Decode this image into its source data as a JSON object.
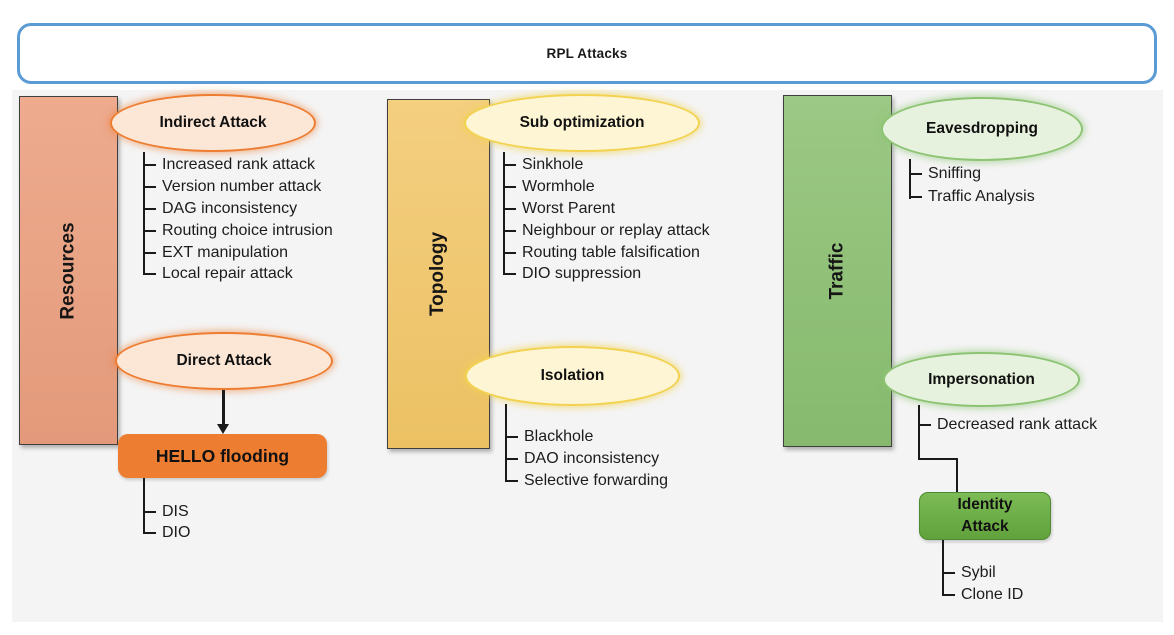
{
  "title": "RPL Attacks",
  "colors": {
    "title_border": "#5b9bd5",
    "panel_bg": "#f4f4f4",
    "rect_border": "#3f3f3f",
    "line": "#1a1a1a",
    "text": "#1c1c1c",
    "resources_fill_top": "#eeab8e",
    "resources_fill_bottom": "#e39a7b",
    "topology_fill_top": "#f4cf80",
    "topology_fill_bottom": "#ecc164",
    "traffic_fill_top": "#9cc985",
    "traffic_fill_bottom": "#86b96d",
    "orange_accent": "#ed7d31",
    "orange_ellipse_fill": "#fce6d6",
    "yellow_accent": "#f2d24f",
    "yellow_ellipse_fill": "#fdf5d3",
    "green_accent": "#8dc473",
    "green_ellipse_fill": "#e7f2de",
    "hello_fill": "#ed7d31",
    "identity_fill_top": "#7cbb55",
    "identity_fill_bottom": "#61a23c",
    "identity_border": "#4e8a2f"
  },
  "columns": [
    {
      "label": "Resources",
      "groups": [
        {
          "label": "Indirect Attack",
          "items": [
            "Increased rank attack",
            "Version number attack",
            "DAG inconsistency",
            "Routing choice intrusion",
            "EXT manipulation",
            "Local repair attack"
          ]
        },
        {
          "label": "Direct Attack",
          "items": []
        }
      ],
      "box": {
        "label": "HELLO flooding",
        "items": [
          "DIS",
          "DIO"
        ]
      }
    },
    {
      "label": "Topology",
      "groups": [
        {
          "label": "Sub optimization",
          "items": [
            "Sinkhole",
            "Wormhole",
            "Worst Parent",
            "Neighbour or replay attack",
            "Routing table falsification",
            "DIO suppression"
          ]
        },
        {
          "label": "Isolation",
          "items": [
            "Blackhole",
            "DAO inconsistency",
            "Selective forwarding"
          ]
        }
      ]
    },
    {
      "label": "Traffic",
      "groups": [
        {
          "label": "Eavesdropping",
          "items": [
            "Sniffing",
            "Traffic Analysis"
          ]
        },
        {
          "label": "Impersonation",
          "items": [
            "Decreased rank attack"
          ]
        }
      ],
      "box": {
        "line1": "Identity",
        "line2": "Attack",
        "items": [
          "Sybil",
          "Clone ID"
        ]
      }
    }
  ]
}
